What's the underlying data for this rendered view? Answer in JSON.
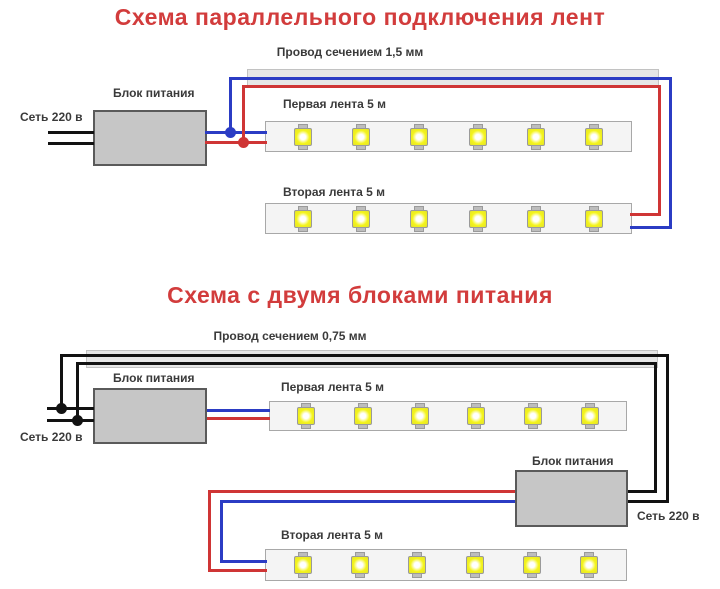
{
  "diagram1": {
    "title": "Схема параллельного подключения лент",
    "wire_label": "Провод сечением 1,5 мм",
    "psu_label": "Блок питания",
    "mains_label": "Сеть 220 в",
    "strip1_label": "Первая лента 5 м",
    "strip2_label": "Вторая лента 5 м",
    "led_count": 6
  },
  "diagram2": {
    "title": "Схема с двумя блоками питания",
    "wire_label": "Провод сечением 0,75 мм",
    "psu1_label": "Блок питания",
    "psu2_label": "Блок питания",
    "mains_label_left": "Сеть 220 в",
    "mains_label_right": "Сеть 220 в",
    "strip1_label": "Первая лента 5 м",
    "strip2_label": "Вторая лента 5 м",
    "led_count": 6
  },
  "colors": {
    "title_red": "#d23c3c",
    "wire_red": "#cf3535",
    "wire_blue": "#2b3cc4",
    "wire_black": "#121212",
    "psu_gray": "#c6c6c6",
    "strip_gray": "#f4f4f4",
    "led_yellow": "#f4f41a"
  }
}
